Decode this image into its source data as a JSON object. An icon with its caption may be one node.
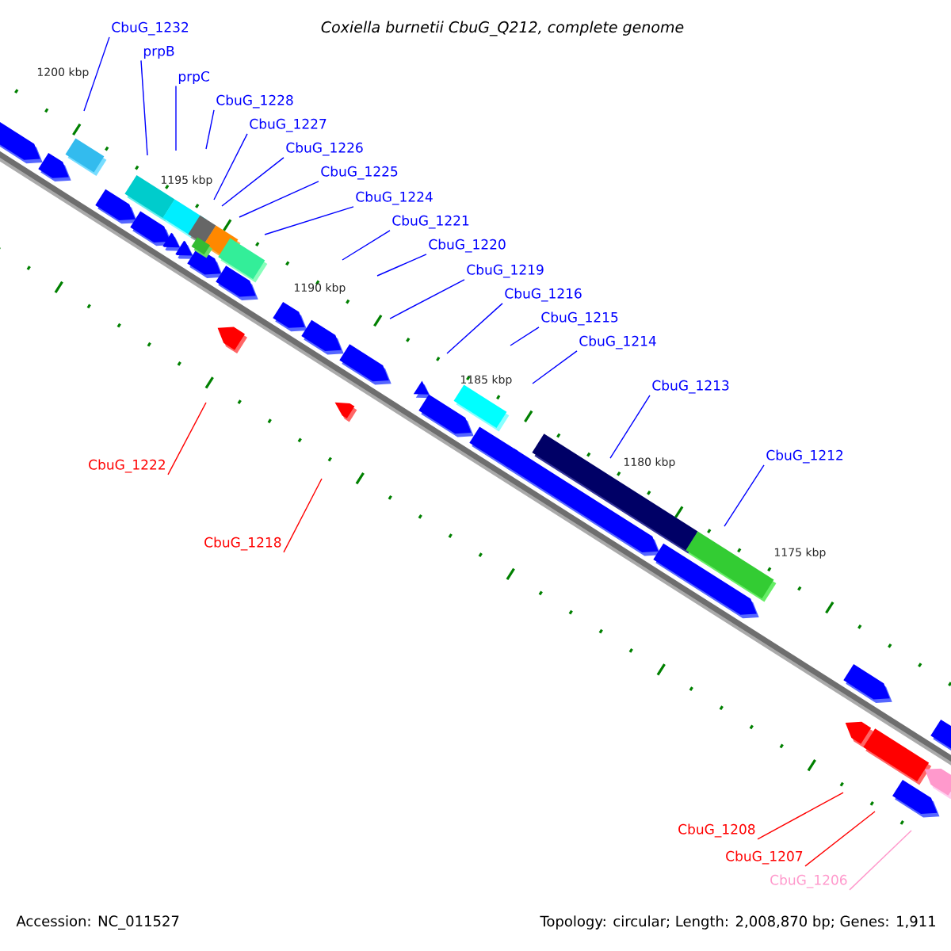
{
  "diagram": {
    "title": "Coxiella burnetii CbuG_Q212, complete genome",
    "nodes": [
      {
        "text": [
          "CbuG_1232"
        ]
      },
      {
        "text": [
          "prpB"
        ]
      },
      {
        "text": [
          "prpC"
        ]
      },
      {
        "text": [
          "CbuG_1228"
        ]
      },
      {
        "text": [
          "CbuG_1227"
        ]
      },
      {
        "text": [
          "CbuG_1226"
        ]
      },
      {
        "text": [
          "CbuG_1225"
        ]
      },
      {
        "text": [
          "CbuG_1224"
        ]
      },
      {
        "text": [
          "CbuG_1221"
        ]
      },
      {
        "text": [
          "CbuG_1220"
        ]
      },
      {
        "text": [
          "CbuG_1219"
        ]
      },
      {
        "text": [
          "CbuG_1216"
        ]
      },
      {
        "text": [
          "CbuG_1215"
        ]
      },
      {
        "text": [
          "CbuG_1214"
        ]
      },
      {
        "text": [
          "CbuG_1213"
        ]
      },
      {
        "text": [
          "CbuG_1212"
        ]
      },
      {
        "text": [
          "CbuG_1222"
        ]
      },
      {
        "text": [
          "CbuG_1218"
        ]
      },
      {
        "text": [
          "CbuG_1208"
        ]
      },
      {
        "text": [
          "CbuG_1207"
        ]
      },
      {
        "text": [
          "CbuG_1206"
        ]
      }
    ],
    "edges": [
      {
        "from": 0,
        "to": null,
        "arrow": "none"
      },
      {
        "from": 1,
        "to": null,
        "arrow": "none"
      },
      {
        "from": 2,
        "to": null,
        "arrow": "none"
      },
      {
        "from": 3,
        "to": null,
        "arrow": "none"
      },
      {
        "from": 4,
        "to": null,
        "arrow": "none"
      },
      {
        "from": 5,
        "to": null,
        "arrow": "none"
      },
      {
        "from": 6,
        "to": null,
        "arrow": "none"
      },
      {
        "from": 7,
        "to": null,
        "arrow": "none"
      },
      {
        "from": 8,
        "to": null,
        "arrow": "none"
      },
      {
        "from": 9,
        "to": null,
        "arrow": "none"
      },
      {
        "from": 10,
        "to": null,
        "arrow": "none"
      },
      {
        "from": 11,
        "to": null,
        "arrow": "none"
      },
      {
        "from": 12,
        "to": null,
        "arrow": "none"
      },
      {
        "from": 13,
        "to": null,
        "arrow": "none"
      },
      {
        "from": 14,
        "to": null,
        "arrow": "none"
      },
      {
        "from": 15,
        "to": null,
        "arrow": "none"
      },
      {
        "from": 16,
        "to": null,
        "arrow": "none",
        "color": "#ff0000"
      },
      {
        "from": 17,
        "to": null,
        "arrow": "none",
        "color": "#ff0000"
      },
      {
        "from": 18,
        "to": null,
        "arrow": "none",
        "color": "#ff0000"
      },
      {
        "from": 19,
        "to": null,
        "arrow": "none",
        "color": "#ff0000"
      },
      {
        "from": 20,
        "to": null,
        "arrow": "none",
        "color": "#ff99cc"
      }
    ],
    "labels": [
      "1200 kbp",
      "1195 kbp",
      "1190 kbp",
      "1185 kbp",
      "1180 kbp",
      "1175 kbp",
      "Accession: NC_011527",
      "Topology: circular; Length: 2,008,870 bp; Genes: 1,911"
    ]
  }
}
